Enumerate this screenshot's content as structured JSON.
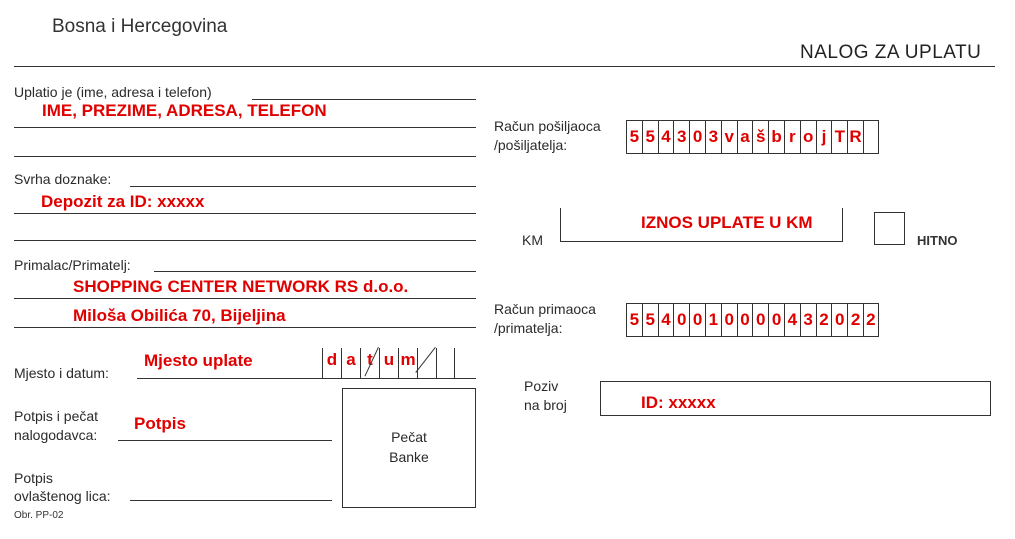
{
  "header": {
    "country": "Bosna i Hercegovina",
    "form_title": "NALOG ZA UPLATU"
  },
  "payer": {
    "label": "Uplatio je (ime, adresa i telefon)",
    "value": "IME, PREZIME, ADRESA, TELEFON"
  },
  "purpose": {
    "label": "Svrha doznake:",
    "value": "Depozit za ID: xxxxx"
  },
  "recipient": {
    "label": "Primalac/Primatelj:",
    "line1": "SHOPPING CENTER NETWORK RS d.o.o.",
    "line2": "Miloša Obilića 70, Bijeljina"
  },
  "place_date": {
    "label": "Mjesto i datum:",
    "value": "Mjesto uplate",
    "date_chars": [
      "d",
      "a",
      "t",
      "u",
      "m",
      "",
      ""
    ]
  },
  "signature": {
    "label_line1": "Potpis i pečat",
    "label_line2": "nalogodavca:",
    "value": "Potpis"
  },
  "authorized": {
    "label_line1": "Potpis",
    "label_line2": "ovlaštenog lica:"
  },
  "bank_stamp": {
    "line1": "Pečat",
    "line2": "Banke"
  },
  "form_code": "Obr. PP-02",
  "sender_account": {
    "label_line1": "Račun pošiljaoca",
    "label_line2": "/pošiljatelja:",
    "chars": [
      "5",
      "5",
      "4",
      "3",
      "0",
      "3",
      "v",
      "a",
      "š",
      "b",
      "r",
      "o",
      "j",
      "T",
      "R",
      ""
    ]
  },
  "amount": {
    "label": "KM",
    "value": "IZNOS UPLATE U KM",
    "urgent_label": "HITNO"
  },
  "recipient_account": {
    "label_line1": "Račun primaoca",
    "label_line2": "/primatelja:",
    "chars": [
      "5",
      "5",
      "4",
      "0",
      "0",
      "1",
      "0",
      "0",
      "0",
      "0",
      "4",
      "3",
      "2",
      "0",
      "2",
      "2"
    ]
  },
  "reference": {
    "label_line1": "Poziv",
    "label_line2": "na broj",
    "value": "ID: xxxxx"
  }
}
